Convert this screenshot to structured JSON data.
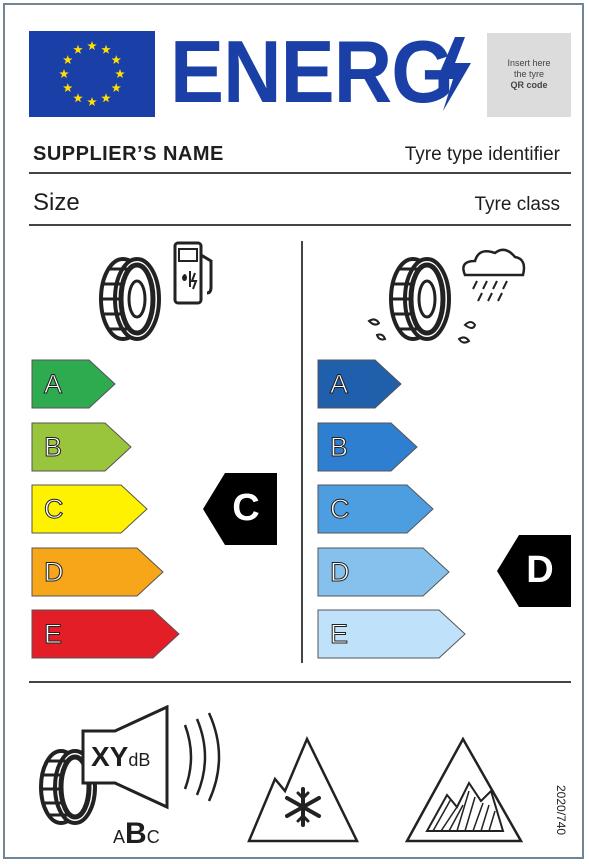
{
  "header": {
    "energy_word": "ENERG",
    "qr_placeholder": {
      "line1": "Insert here",
      "line2": "the tyre",
      "line3": "QR code"
    }
  },
  "info": {
    "supplier_name": "SUPPLIER’S NAME",
    "tyre_type_identifier": "Tyre type identifier",
    "size": "Size",
    "tyre_class": "Tyre class"
  },
  "fuel_efficiency": {
    "icon": "tyre-fuel-pump-icon",
    "classes": [
      {
        "label": "A",
        "color": "#2eab4e"
      },
      {
        "label": "B",
        "color": "#99c53c"
      },
      {
        "label": "C",
        "color": "#fff200"
      },
      {
        "label": "D",
        "color": "#f7a619"
      },
      {
        "label": "E",
        "color": "#e41e26"
      }
    ],
    "selected": "C"
  },
  "wet_grip": {
    "icon": "tyre-rain-cloud-icon",
    "classes": [
      {
        "label": "A",
        "color": "#1f5fac"
      },
      {
        "label": "B",
        "color": "#2f7fd0"
      },
      {
        "label": "C",
        "color": "#4d9ee0"
      },
      {
        "label": "D",
        "color": "#86c1ee"
      },
      {
        "label": "E",
        "color": "#bfe2fa"
      }
    ],
    "selected": "D"
  },
  "noise": {
    "icon": "tyre-speaker-icon",
    "value": "XY",
    "unit": "dB",
    "class_low": "A",
    "class_mid": "B",
    "class_high": "C"
  },
  "pictograms": [
    "snowflake-mountain-icon",
    "ice-mountain-icon"
  ],
  "regulation_code": "2020/740"
}
